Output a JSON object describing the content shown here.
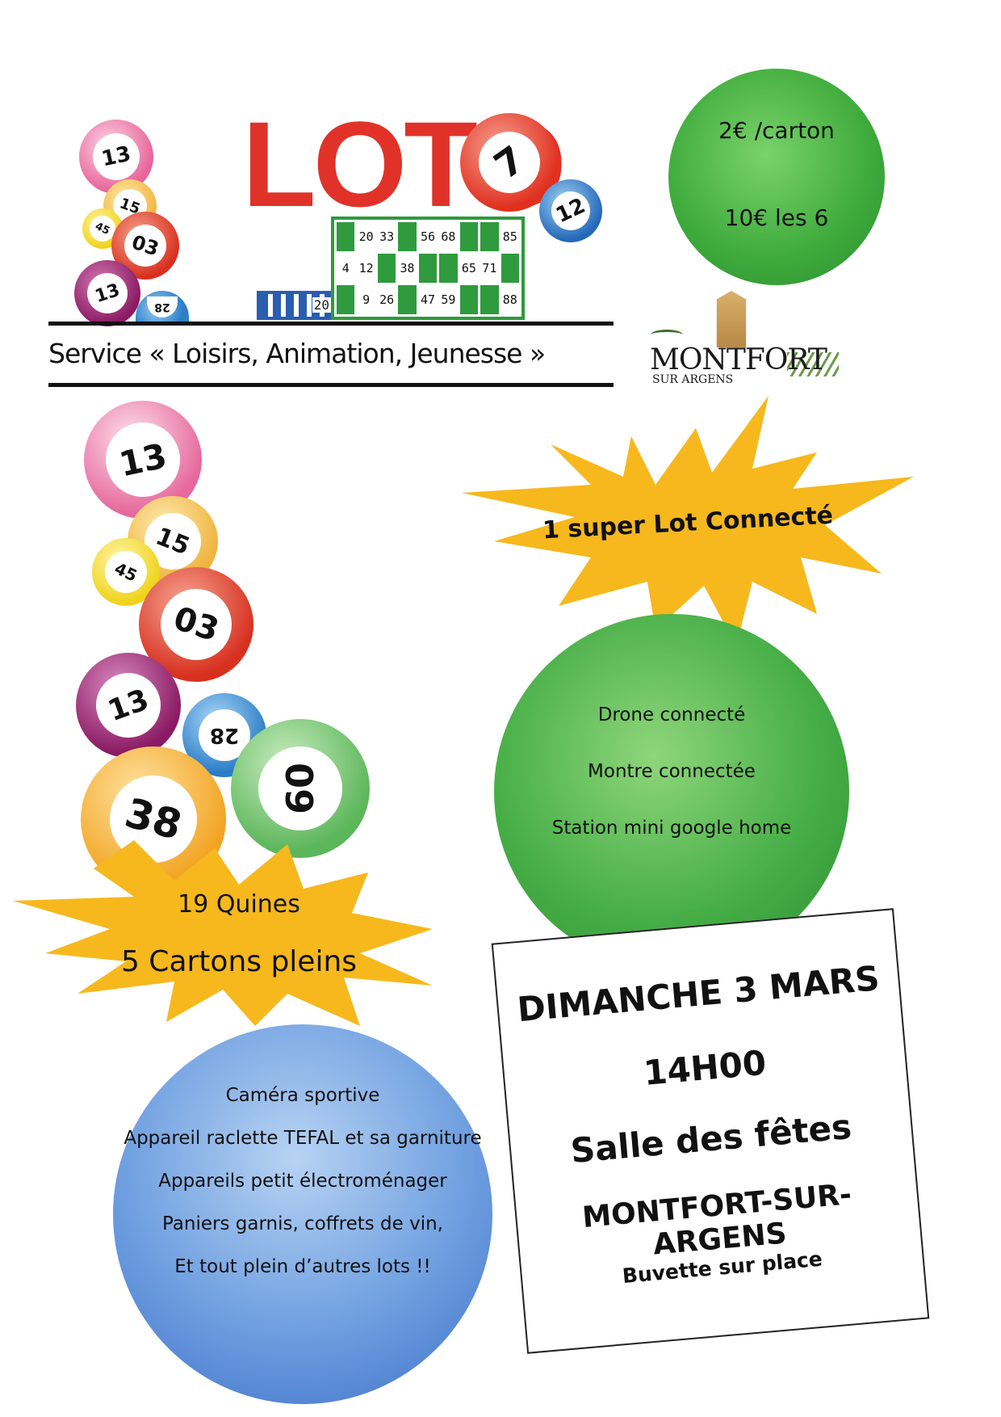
{
  "header": {
    "title": "LOTO",
    "service": "Service « Loisirs, Animation, Jeunesse »"
  },
  "card_numbers": [
    "20",
    "33",
    "56",
    "68",
    "85",
    "4",
    "12",
    "38",
    "65",
    "71",
    "9",
    "26",
    "47",
    "59",
    "88"
  ],
  "blue_card_number": "20",
  "top_balls": [
    "13",
    "15",
    "45",
    "03",
    "13",
    "28",
    "7",
    "12"
  ],
  "large_balls": [
    "13",
    "15",
    "45",
    "03",
    "13",
    "28",
    "38",
    "60"
  ],
  "pricing": {
    "line1": "2€ /carton",
    "line2": "10€ les 6"
  },
  "logo": {
    "name": "MONTFORT",
    "sub": "SUR ARGENS"
  },
  "super_lot": "1 super Lot Connecté",
  "connected_prizes": [
    "Drone connecté",
    "Montre connectée",
    "Station mini google home"
  ],
  "quines": {
    "line1": "19 Quines",
    "line2": "5 Cartons pleins"
  },
  "other_prizes": [
    "Caméra sportive",
    "Appareil raclette TEFAL et sa garniture",
    "Appareils petit électroménager",
    "Paniers garnis, coffrets de vin,",
    "Et tout plein d’autres lots !!"
  ],
  "event": {
    "date": "DIMANCHE 3 MARS",
    "time": "14H00",
    "venue": "Salle des fêtes",
    "town": "MONTFORT-SUR-ARGENS",
    "note": "Buvette sur place"
  },
  "colors": {
    "loto_red": "#e03228",
    "card_green": "#2f9a3e",
    "star_yellow": "#f6b81c",
    "prize_green": "#45ad45",
    "prize_blue": "#6f9fe0"
  }
}
